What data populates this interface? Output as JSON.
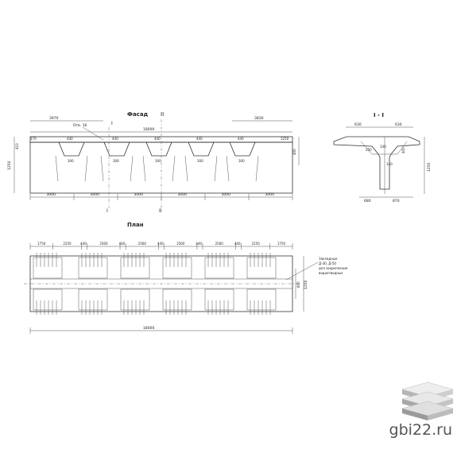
{
  "facade": {
    "title": "Фасад",
    "section_mark_top": "I",
    "section_mark_top2": "II",
    "section_mark_bottom": "I",
    "section_mark_bottom2": "II",
    "overall_length": "18000",
    "left_offset": "3970",
    "right_offset": "3830",
    "callout": "Отв. 16",
    "height": "1250",
    "left_height": "410",
    "right_height": "400",
    "end_width": "170",
    "top_dims": [
      "440",
      "440",
      "440",
      "440",
      "440"
    ],
    "end_dim_right": "1250",
    "inner_dims": [
      "300",
      "300",
      "300",
      "300",
      "300"
    ],
    "bottom_dims": [
      "3000",
      "3000",
      "3000",
      "3000",
      "3000",
      "3000"
    ]
  },
  "section": {
    "title": "I - I",
    "top_left": "630",
    "top_right": "630",
    "left_dim": "400",
    "right_dim": "1250",
    "inner_left": "250",
    "inner_mid": "140",
    "inner_low": "140",
    "bottom_left": "680",
    "bottom_right": "870"
  },
  "plan": {
    "title": "План",
    "top_dims": [
      "1750",
      "2250",
      "440",
      "2560",
      "440",
      "2560",
      "440",
      "2560",
      "440",
      "2560",
      "440",
      "2250",
      "1750"
    ],
    "overall_length": "18000",
    "width": "1250",
    "inner_width": "600",
    "note_lines": [
      "Закладные",
      "Д-30, Д-50",
      "для закрепления",
      "водоотводных"
    ]
  },
  "brand": {
    "text": "gbi22.ru"
  }
}
